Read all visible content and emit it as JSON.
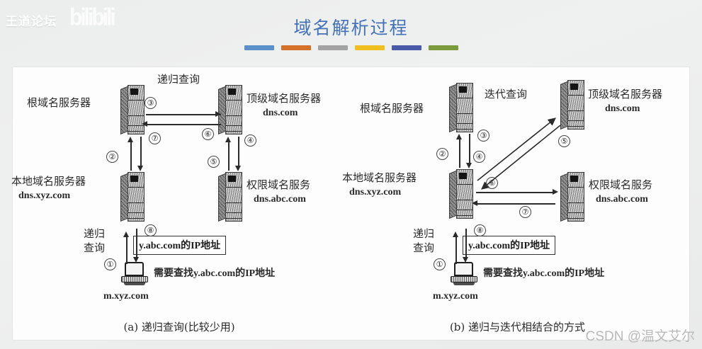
{
  "header": {
    "brand": "王道论坛",
    "brand_ghost": "bilibili",
    "title": "域名解析过程",
    "accent_bars": [
      "#5b8fc9",
      "#d4702a",
      "#a3a3a3",
      "#f0c020",
      "#4a5aa8",
      "#7b9a3c"
    ]
  },
  "watermark": "CSDN @温文艾尔",
  "diagram_a": {
    "caption": "(a) 递归查询(比较少用)",
    "query_mode_top": "递归查询",
    "query_mode_bottom_l1": "递归",
    "query_mode_bottom_l2": "查询",
    "nodes": {
      "root": "根域名服务器",
      "tld_l1": "顶级域名服务器",
      "tld_l2": "dns.com",
      "local_l1": "本地域名服务器",
      "local_l2": "dns.xyz.com",
      "auth_l1": "权限域名服务",
      "auth_l2": "dns.abc.com",
      "host": "m.xyz.com"
    },
    "ipbox": "y.abc.com的IP地址",
    "host_request": "需要查找y.abc.com的IP地址",
    "steps": [
      "①",
      "②",
      "③",
      "④",
      "⑤",
      "⑥",
      "⑦",
      "⑧"
    ]
  },
  "diagram_b": {
    "caption": "(b) 递归与迭代相结合的方式",
    "query_mode_top": "迭代查询",
    "query_mode_bottom_l1": "递归",
    "query_mode_bottom_l2": "查询",
    "nodes": {
      "root": "根域名服务器",
      "tld_l1": "顶级域名服务器",
      "tld_l2": "dns.com",
      "local_l1": "本地域名服务器",
      "local_l2": "dns.xyz.com",
      "auth_l1": "权限域名服务",
      "auth_l2": "dns.abc.com",
      "host": "m.xyz.com"
    },
    "ipbox": "y.abc.com的IP地址",
    "host_request": "需要查找y.abc.com的IP地址",
    "steps": [
      "①",
      "②",
      "③",
      "④",
      "⑤",
      "⑥",
      "⑦",
      "⑧"
    ]
  }
}
